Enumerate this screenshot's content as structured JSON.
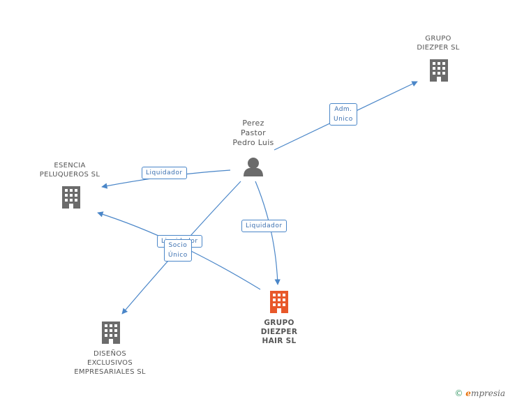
{
  "nodes": {
    "person": {
      "lines": [
        "Perez",
        "Pastor",
        "Pedro Luis"
      ],
      "icon": "person-icon"
    },
    "grupo_diezper_sl": {
      "lines": [
        "GRUPO",
        "DIEZPER SL"
      ],
      "icon": "building-icon"
    },
    "esencia": {
      "lines": [
        "ESENCIA",
        "PELUQUEROS SL"
      ],
      "icon": "building-icon"
    },
    "disenos": {
      "lines": [
        "DISEÑOS",
        "EXCLUSIVOS",
        "EMPRESARIALES SL"
      ],
      "icon": "building-icon"
    },
    "main": {
      "lines": [
        "GRUPO",
        "DIEZPER",
        "HAIR SL"
      ],
      "icon": "building-icon"
    }
  },
  "edges": {
    "adm_unico": {
      "lines": [
        "Adm.",
        "Unico"
      ]
    },
    "liquidador_esencia": {
      "lines": [
        "Liquidador"
      ]
    },
    "liquidador_main": {
      "lines": [
        "Liquidador"
      ]
    },
    "liquidador_hidden": {
      "lines": [
        "Liquidador"
      ]
    },
    "socio_unico": {
      "lines": [
        "Socio",
        "Único"
      ]
    }
  },
  "colors": {
    "edge": "#4a86c8",
    "building": "#6b6b6b",
    "main_building": "#e8582a",
    "person": "#6b6b6b"
  },
  "footer": {
    "copyright": "©",
    "brand_first": "e",
    "brand_rest": "mpresia"
  }
}
